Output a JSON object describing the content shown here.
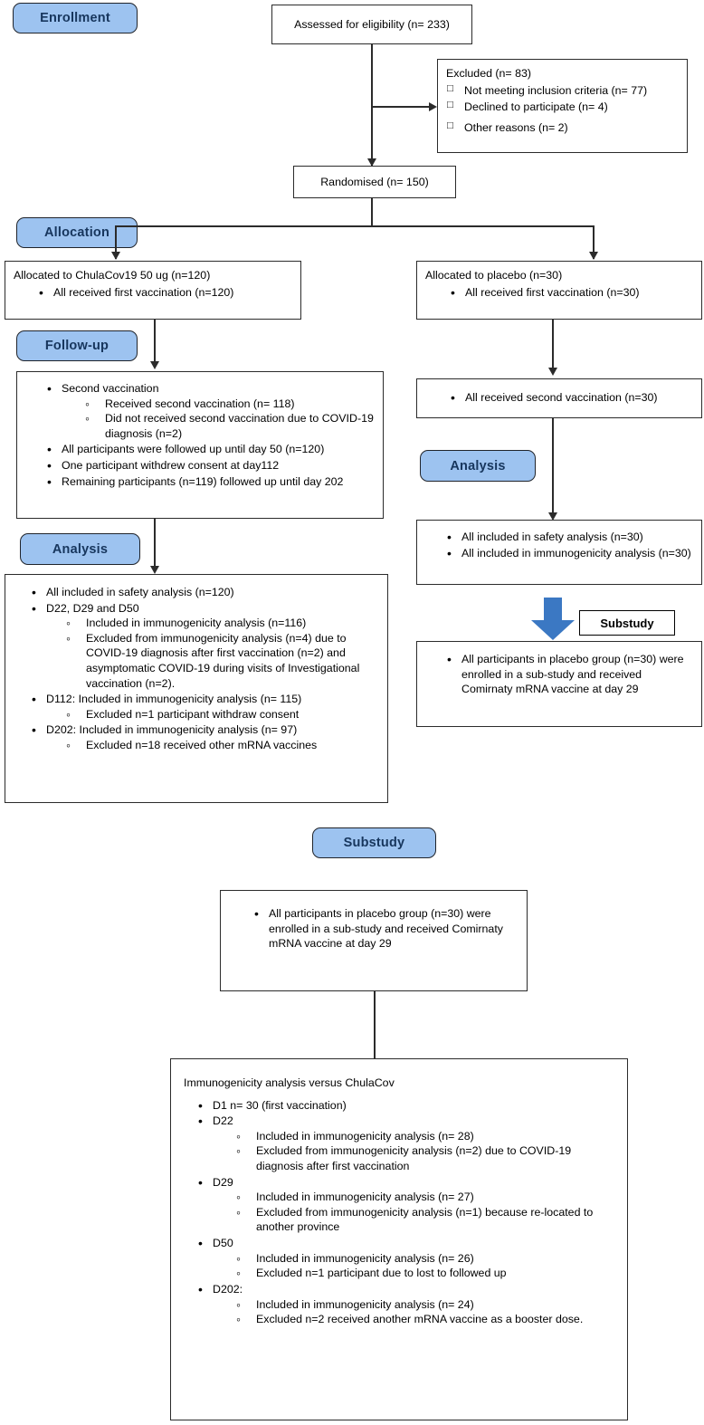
{
  "stages": {
    "enrollment": "Enrollment",
    "allocation": "Allocation",
    "followup": "Follow-up",
    "analysis_left": "Analysis",
    "analysis_right": "Analysis",
    "substudy_tag": "Substudy",
    "substudy_stage": "Substudy"
  },
  "colors": {
    "stage_fill": "#9DC3F0",
    "stage_text": "#17365D",
    "stage_border": "#20242b",
    "box_border": "#2b2b2b",
    "block_arrow": "#3B78C3"
  },
  "nodes": {
    "assessed": {
      "text": "Assessed for eligibility (n= 233)"
    },
    "excluded": {
      "title": "Excluded (n= 83)",
      "items": [
        "Not meeting inclusion criteria (n= 77)",
        "Declined to participate (n= 4)",
        "Other reasons (n= 2)"
      ]
    },
    "randomised": {
      "text": "Randomised (n= 150)"
    },
    "alloc_vaccine": {
      "title": "Allocated to ChulaCov19 50 ug (n=120)",
      "items": [
        "All received first vaccination (n=120)"
      ]
    },
    "alloc_placebo": {
      "title": "Allocated to placebo (n=30)",
      "items": [
        "All received first vaccination (n=30)"
      ]
    },
    "followup_vaccine": {
      "items": [
        {
          "text": "Second vaccination",
          "sub": [
            "Received second vaccination (n= 118)",
            "Did not received second vaccination due to COVID-19 diagnosis (n=2)"
          ]
        },
        {
          "text": "All participants were followed up until day 50 (n=120)",
          "sub": []
        },
        {
          "text": "One participant withdrew consent at day112",
          "sub": []
        },
        {
          "text": "Remaining participants (n=119) followed up until day 202",
          "sub": []
        }
      ]
    },
    "followup_placebo": {
      "items": [
        "All received second vaccination (n=30)"
      ]
    },
    "analysis_vaccine": {
      "items": [
        {
          "text": "All included in safety analysis (n=120)",
          "sub": []
        },
        {
          "text": "D22, D29 and D50",
          "sub": [
            "Included in immunogenicity analysis (n=116)",
            "Excluded from immunogenicity analysis (n=4) due to COVID-19 diagnosis after first vaccination (n=2) and asymptomatic COVID-19 during visits of Investigational vaccination (n=2)."
          ]
        },
        {
          "text": "D112:  Included in immunogenicity analysis (n= 115)",
          "sub": [
            "Excluded n=1 participant withdraw consent"
          ]
        },
        {
          "text": "D202: Included in immunogenicity analysis (n= 97)",
          "sub": [
            "Excluded n=18 received other mRNA vaccines"
          ]
        }
      ]
    },
    "analysis_placebo": {
      "items": [
        "All included in safety analysis (n=30)",
        "All included in immunogenicity analysis (n=30)"
      ]
    },
    "substudy_placebo_right": {
      "items": [
        "All participants in placebo group (n=30) were enrolled in a sub-study and received Comirnaty mRNA vaccine at day 29"
      ]
    },
    "substudy_placebo_bottom": {
      "items": [
        "All participants in placebo group (n=30) were enrolled in a sub-study and received Comirnaty mRNA vaccine at day 29"
      ]
    },
    "substudy_analysis": {
      "header": "Immunogenicity analysis versus ChulaCov",
      "items": [
        {
          "text": "D1 n= 30 (first vaccination)",
          "sub": []
        },
        {
          "text": "D22",
          "sub": [
            "Included in immunogenicity analysis (n= 28)",
            "Excluded from immunogenicity analysis (n=2) due to COVID-19 diagnosis after first vaccination"
          ]
        },
        {
          "text": "D29",
          "sub": [
            "Included in immunogenicity analysis (n= 27)",
            "Excluded from immunogenicity analysis (n=1) because re-located to another province"
          ]
        },
        {
          "text": "D50",
          "sub": [
            "Included in immunogenicity analysis (n= 26)",
            "Excluded n=1 participant due to lost to followed up"
          ]
        },
        {
          "text": "D202:",
          "sub": [
            "Included in immunogenicity analysis (n= 24)",
            "Excluded n=2 received another mRNA vaccine as a booster dose."
          ]
        }
      ]
    }
  }
}
